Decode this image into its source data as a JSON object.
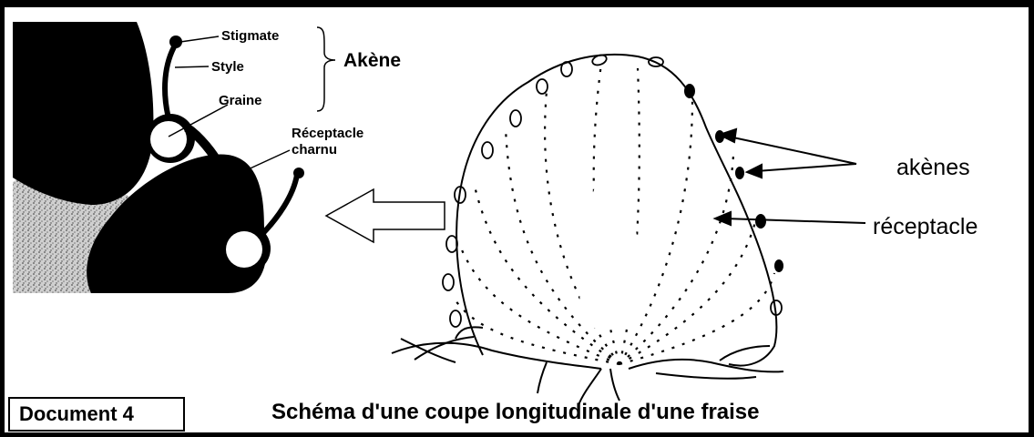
{
  "inset_labels": {
    "stigmate": "Stigmate",
    "style": "Style",
    "graine": "Graine",
    "akene": "Akène",
    "receptacle_charnu_line1": "Réceptacle",
    "receptacle_charnu_line2": "charnu"
  },
  "main_labels": {
    "akenes": "akènes",
    "receptacle": "réceptacle"
  },
  "document_label": "Document 4",
  "caption": "Schéma d'une coupe longitudinale d'une fraise"
}
